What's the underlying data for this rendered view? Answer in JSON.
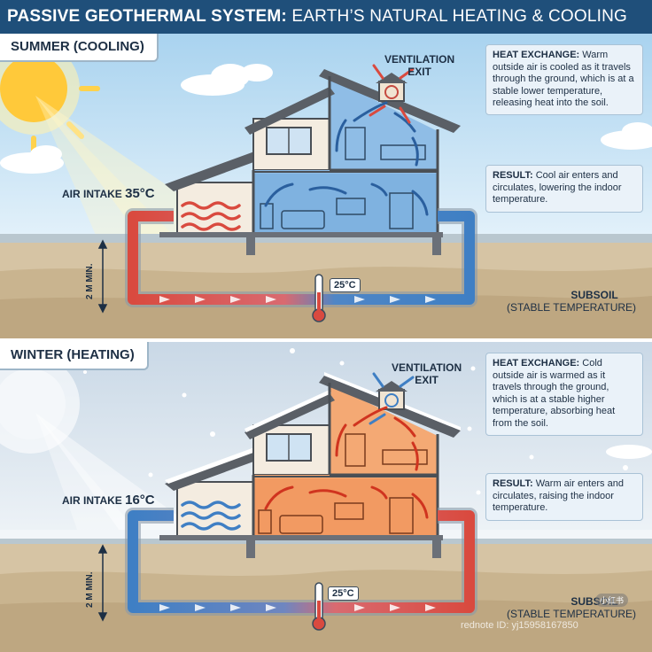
{
  "title": {
    "bold": "PASSIVE GEOTHERMAL SYSTEM:",
    "rest": " EARTH’S NATURAL HEATING & COOLING"
  },
  "summer": {
    "label": "SUMMER (COOLING)",
    "ventilation": [
      "VENTILATION",
      "EXIT"
    ],
    "air_intake_label": "AIR INTAKE",
    "air_intake_temp": "35°C",
    "depth": "2 M MIN.",
    "ground_temp": "25°C",
    "heat_exchange_title": "HEAT EXCHANGE:",
    "heat_exchange_text": " Warm outside air is cooled as it travels through the ground, which is at a stable lower temperature, releasing heat into the soil.",
    "result_title": "RESULT:",
    "result_text": " Cool air enters and circulates, lowering the indoor temperature.",
    "subsoil_title": "SUBSOIL",
    "subsoil_sub": "(STABLE TEMPERATURE)",
    "colors": {
      "sky": "#cfe6f5",
      "indoor": "#7fb2e0",
      "hot": "#d94a3f",
      "cool": "#3f7fc4"
    }
  },
  "winter": {
    "label": "WINTER (HEATING)",
    "ventilation": [
      "VENTILATION",
      "EXIT"
    ],
    "air_intake_label": "AIR INTAKE",
    "air_intake_temp": "16°C",
    "depth": "2 M MIN.",
    "ground_temp": "25°C",
    "heat_exchange_title": "HEAT EXCHANGE:",
    "heat_exchange_text": " Cold outside air is warmed as it travels through the ground, which is at a stable higher temperature, absorbing heat from the soil.",
    "result_title": "RESULT:",
    "result_text": " Warm air enters and circulates, raising the indoor temperature.",
    "subsoil_title": "SUBSOIL",
    "subsoil_sub": "(STABLE TEMPERATURE)",
    "colors": {
      "sky": "#dde6ee",
      "indoor": "#f2a36a",
      "hot": "#d94a3f",
      "cool": "#3f7fc4"
    }
  },
  "watermark": {
    "badge": "小红书",
    "text": "rednote ID: yj15958167850"
  }
}
